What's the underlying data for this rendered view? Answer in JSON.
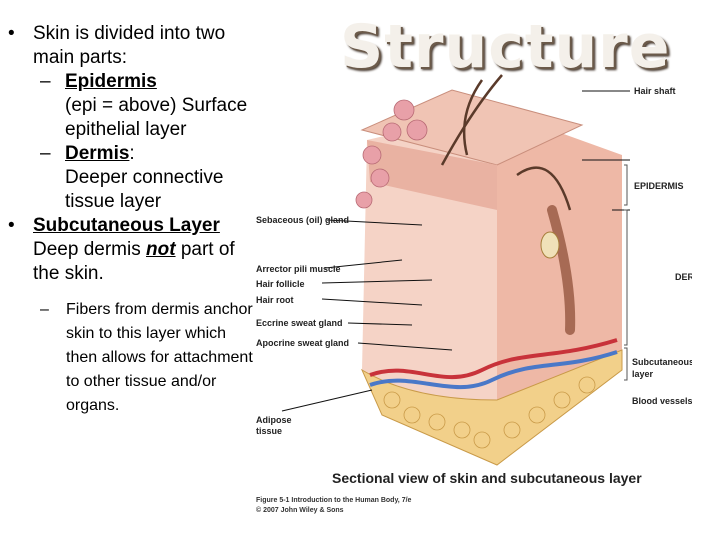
{
  "title": "Structure",
  "bullets": {
    "b1": "Skin is divided into two main parts:",
    "sub1_term": "Epidermis",
    "sub1_text": "(epi = above) Surface epithelial layer",
    "sub2_term": "Dermis",
    "sub2_after": ":",
    "sub2_text": "Deeper connective tissue layer",
    "b2_term": "Subcutaneous Layer",
    "b2_pre": "Deep dermis ",
    "b2_em": "not",
    "b2_post": " part of the skin.",
    "sub3": "Fibers from dermis anchor skin to this layer which then allows for attachment to other tissue and/or organs."
  },
  "figure": {
    "labels": {
      "hair_shaft": "Hair shaft",
      "epidermis": "EPIDERMIS",
      "dermis": "DERMIS",
      "subcutaneous1": "Subcutaneous",
      "subcutaneous2": "layer",
      "blood_vessels": "Blood vessels:",
      "sebaceous": "Sebaceous (oil) gland",
      "arrector": "Arrector pili muscle",
      "hair_follicle": "Hair follicle",
      "hair_root": "Hair root",
      "eccrine": "Eccrine sweat gland",
      "apocrine": "Apocrine sweat gland",
      "adipose1": "Adipose",
      "adipose2": "tissue"
    },
    "caption": "Sectional view of skin and subcutaneous layer",
    "credit1": "Figure 5-1  Introduction to the Human Body, 7/e",
    "credit2": "© 2007 John Wiley & Sons"
  },
  "colors": {
    "epidermis": "#e8b8a8",
    "dermis": "#f3cfc2",
    "adipose": "#f2d08a",
    "vessel_red": "#c8323a",
    "vessel_blue": "#4a78c8",
    "title_fill": "#f4f0ea"
  }
}
